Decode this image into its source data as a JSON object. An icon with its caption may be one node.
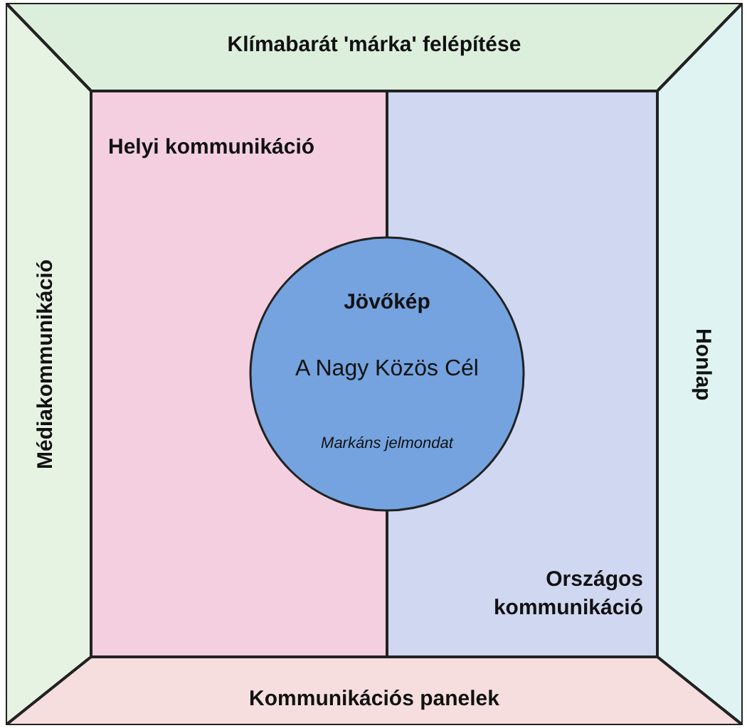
{
  "diagram": {
    "nodes": [
      {
        "text": [
          "Klímabarát 'márka' felépítése"
        ]
      },
      {
        "text": [
          "Médiakommunikáció"
        ]
      },
      {
        "text": [
          "Honlap"
        ]
      },
      {
        "text": [
          "Kommunikációs panelek"
        ]
      },
      {
        "text": [
          "Helyi kommunikáció"
        ]
      },
      {
        "text": [
          "Országos kommunikáció"
        ]
      },
      {
        "text": [
          "Jövőkép",
          "A Nagy Közös Cél",
          "Markáns jelmondat"
        ]
      }
    ],
    "edges": []
  }
}
